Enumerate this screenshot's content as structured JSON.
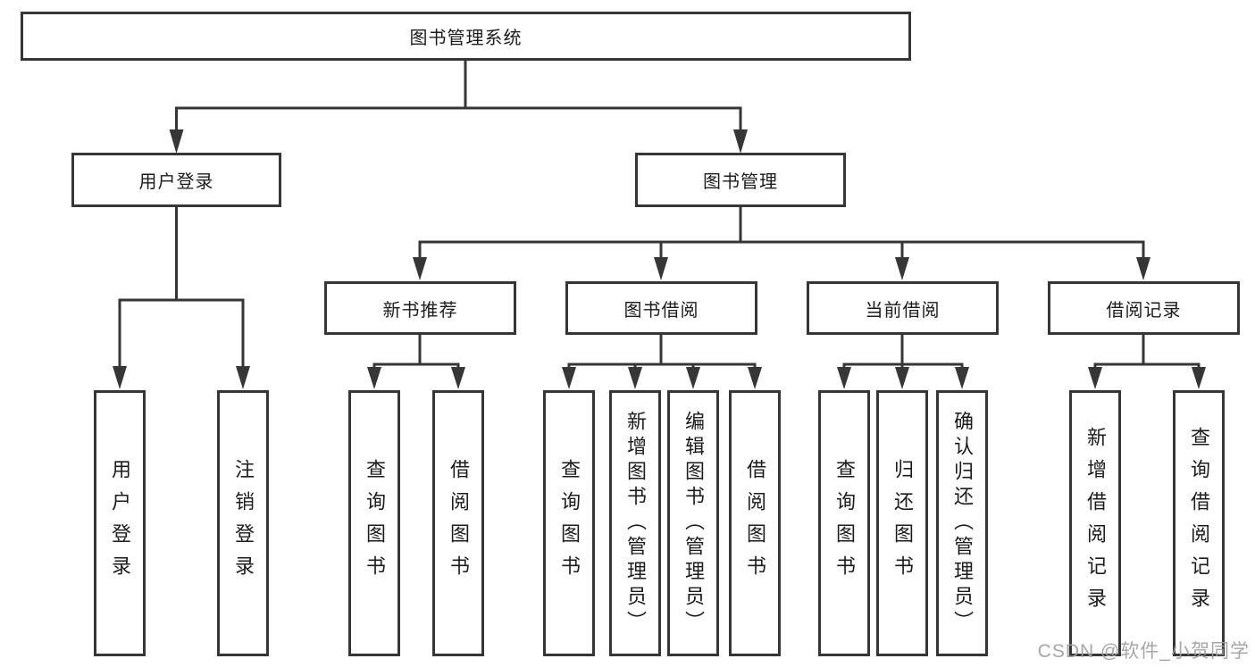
{
  "diagram": {
    "root": "图书管理系统",
    "branches": {
      "user_login": "用户登录",
      "book_mgmt": "图书管理"
    },
    "modules": {
      "new_book_rec": "新书推荐",
      "book_borrow": "图书借阅",
      "current_borrow": "当前借阅",
      "borrow_records": "借阅记录"
    },
    "leaves": {
      "user_login": [
        "用户登录",
        "注销登录"
      ],
      "new_book_rec": [
        "查询图书",
        "借阅图书"
      ],
      "book_borrow": [
        "查询图书",
        "新增图书（管理员）",
        "编辑图书（管理员）",
        "借阅图书"
      ],
      "current_borrow": [
        "查询图书",
        "归还图书",
        "确认归还（管理员）"
      ],
      "borrow_records": [
        "新增借阅记录",
        "查询借阅记录"
      ]
    }
  },
  "watermark": "CSDN @软件_小贺同学",
  "colors": {
    "line": "#363636",
    "text": "#1c1c1c",
    "background": "#ffffff",
    "watermark": "#9e9e9e"
  }
}
